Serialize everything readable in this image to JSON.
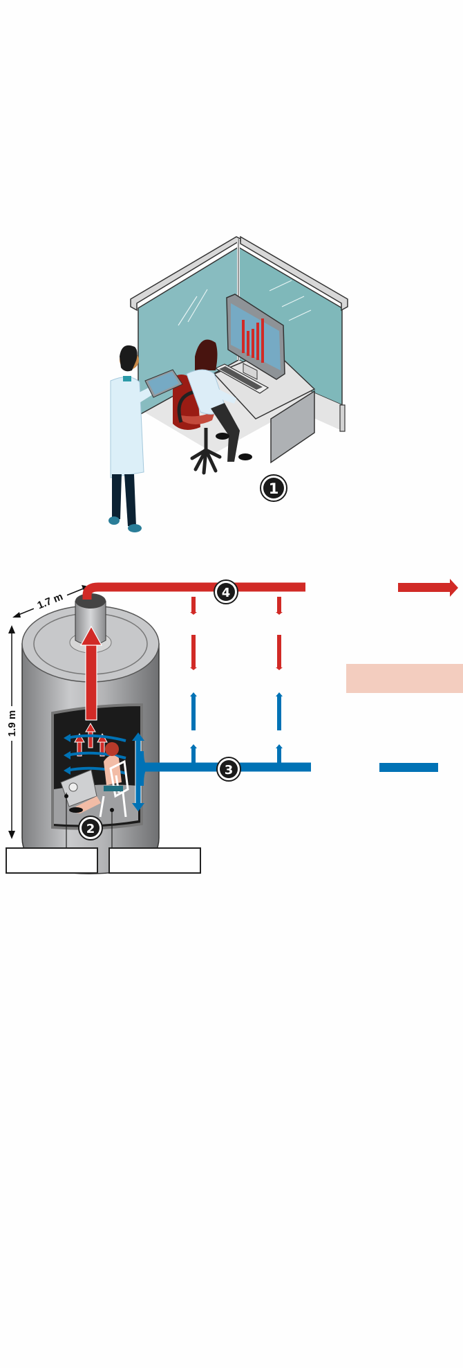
{
  "diagram": {
    "type": "respiration-chamber-illustration",
    "colors": {
      "exhaust_red": "#d12a26",
      "intake_blue": "#0072b5",
      "glass_teal": "#84bcbf",
      "chamber_gray": "#a8a9ab",
      "legend_pink": "#f3cdbf",
      "badge_dark": "#1a1a1a"
    },
    "badges": [
      {
        "id": "1",
        "label": "1",
        "meaning": "control-room-workstation"
      },
      {
        "id": "2",
        "label": "2",
        "meaning": "chamber-subject"
      },
      {
        "id": "3",
        "label": "3",
        "meaning": "fresh-air-intake"
      },
      {
        "id": "4",
        "label": "4",
        "meaning": "air-exhaust"
      }
    ],
    "dimensions": {
      "width_label": "1.7 m",
      "height_label": "1.9 m"
    },
    "label_boxes": [
      {
        "id": "left",
        "text": ""
      },
      {
        "id": "right",
        "text": ""
      }
    ]
  }
}
